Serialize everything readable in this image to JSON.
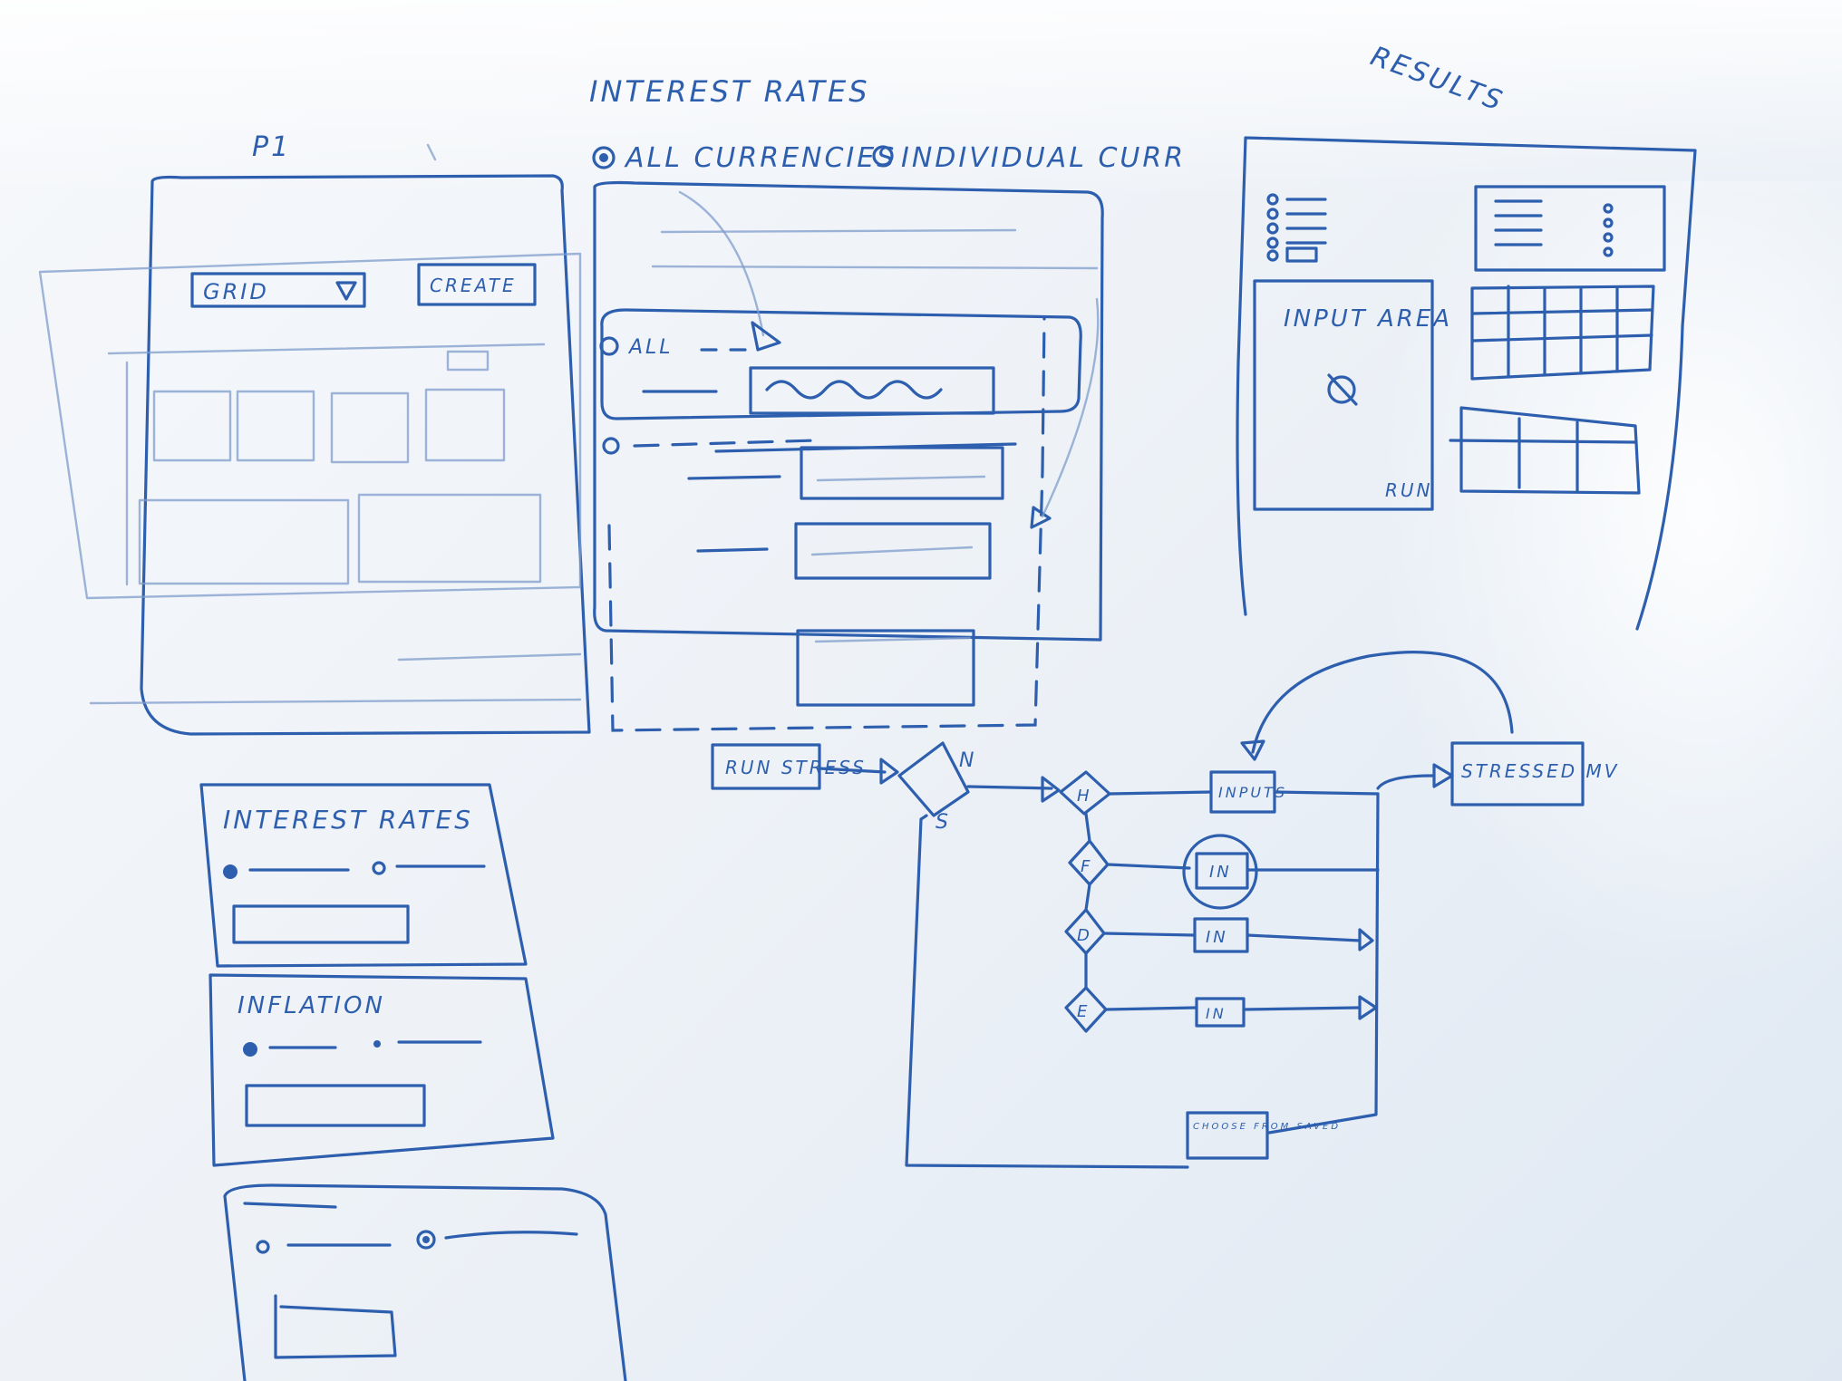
{
  "labels": {
    "p1": "P1",
    "interest_rates_heading": "INTEREST RATES",
    "all_currencies": "ALL CURRENCIES",
    "individual_curr": "INDIVIDUAL CURR",
    "results": "RESULTS",
    "grid": "GRID",
    "create": "CREATE",
    "all": "ALL",
    "input_area": "INPUT AREA",
    "run": "RUN",
    "run_stress": "RUN STRESS",
    "decision_n": "N",
    "decision_s": "S",
    "branch_h": "H",
    "branch_f": "F",
    "branch_d": "D",
    "branch_e": "E",
    "inputs": "INPUTS",
    "in_1": "IN",
    "in_2": "IN",
    "in_3": "IN",
    "choose_from_saved": "CHOOSE FROM SAVED",
    "stressed_mv": "STRESSED MV",
    "card_interest_rates": "INTEREST RATES",
    "card_inflation": "INFLATION"
  },
  "ink_color": "#2d5fae"
}
